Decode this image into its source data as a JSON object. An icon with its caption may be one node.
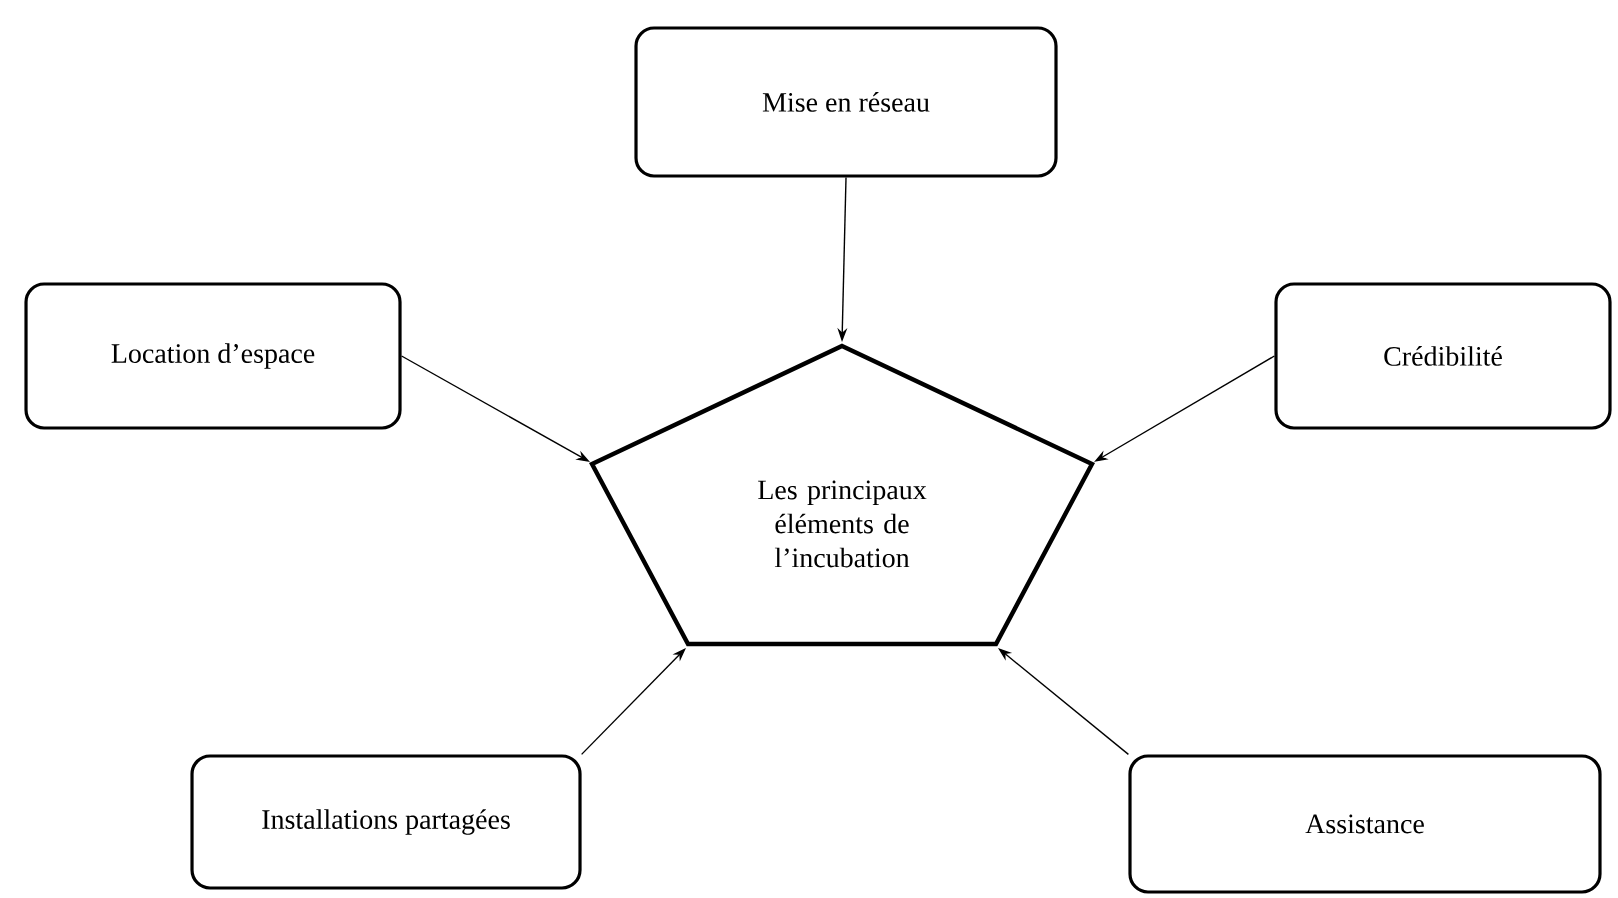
{
  "diagram": {
    "nodes": [
      {
        "text": [
          "Les principaux éléments de l’incubation"
        ]
      },
      {
        "text": [
          "Mise en réseau"
        ]
      },
      {
        "text": [
          "Location d’espace"
        ]
      },
      {
        "text": [
          "Crédibilité"
        ]
      },
      {
        "text": [
          "Installations partagées"
        ]
      },
      {
        "text": [
          "Assistance"
        ]
      }
    ],
    "edges": [
      {
        "from": 1,
        "to": 0,
        "arrow": "to"
      },
      {
        "from": 2,
        "to": 0,
        "arrow": "to"
      },
      {
        "from": 3,
        "to": 0,
        "arrow": "to"
      },
      {
        "from": 4,
        "to": 0,
        "arrow": "to"
      },
      {
        "from": 5,
        "to": 0,
        "arrow": "to"
      }
    ]
  }
}
